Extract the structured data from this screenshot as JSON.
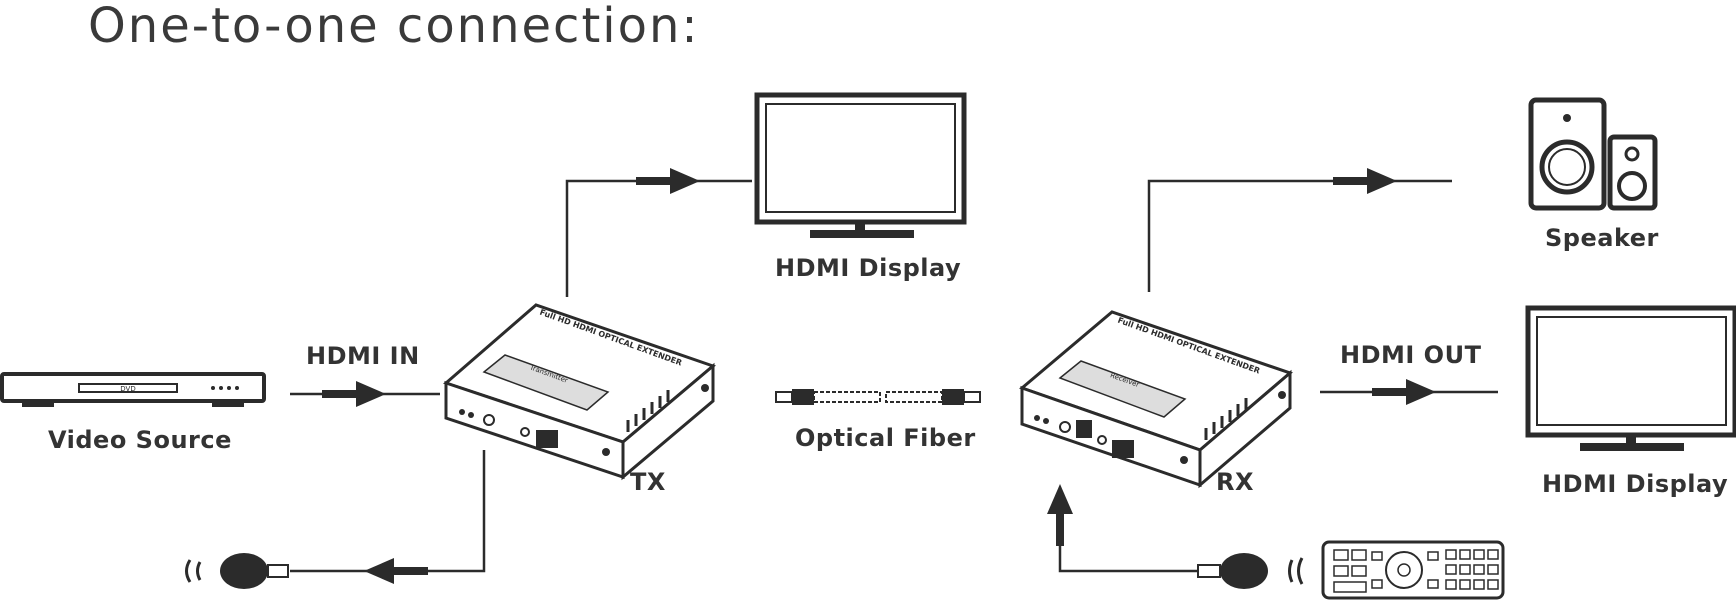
{
  "title": "One-to-one connection:",
  "labels": {
    "hdmi_display_top": "HDMI Display",
    "speaker": "Speaker",
    "hdmi_in": "HDMI IN",
    "hdmi_out": "HDMI OUT",
    "video_source": "Video Source",
    "optical_fiber": "Optical Fiber",
    "hdmi_display_right": "HDMI Display",
    "tx": "TX",
    "rx": "RX"
  },
  "device_text": {
    "tx_top": "Full HD HDMI OPTICAL EXTENDER",
    "tx_sub": "Transmitter",
    "rx_top": "Full HD HDMI OPTICAL EXTENDER",
    "rx_sub": "Receiver",
    "dvd": "DVD"
  },
  "colors": {
    "line": "#2b2b2b",
    "device_fill": "#ffffff"
  },
  "icons": [
    "tv-icon",
    "speaker-icon",
    "dvd-player-icon",
    "extender-box-icon",
    "fiber-cable-icon",
    "ir-emitter-icon",
    "ir-receiver-icon",
    "remote-control-icon",
    "arrow-icon"
  ]
}
